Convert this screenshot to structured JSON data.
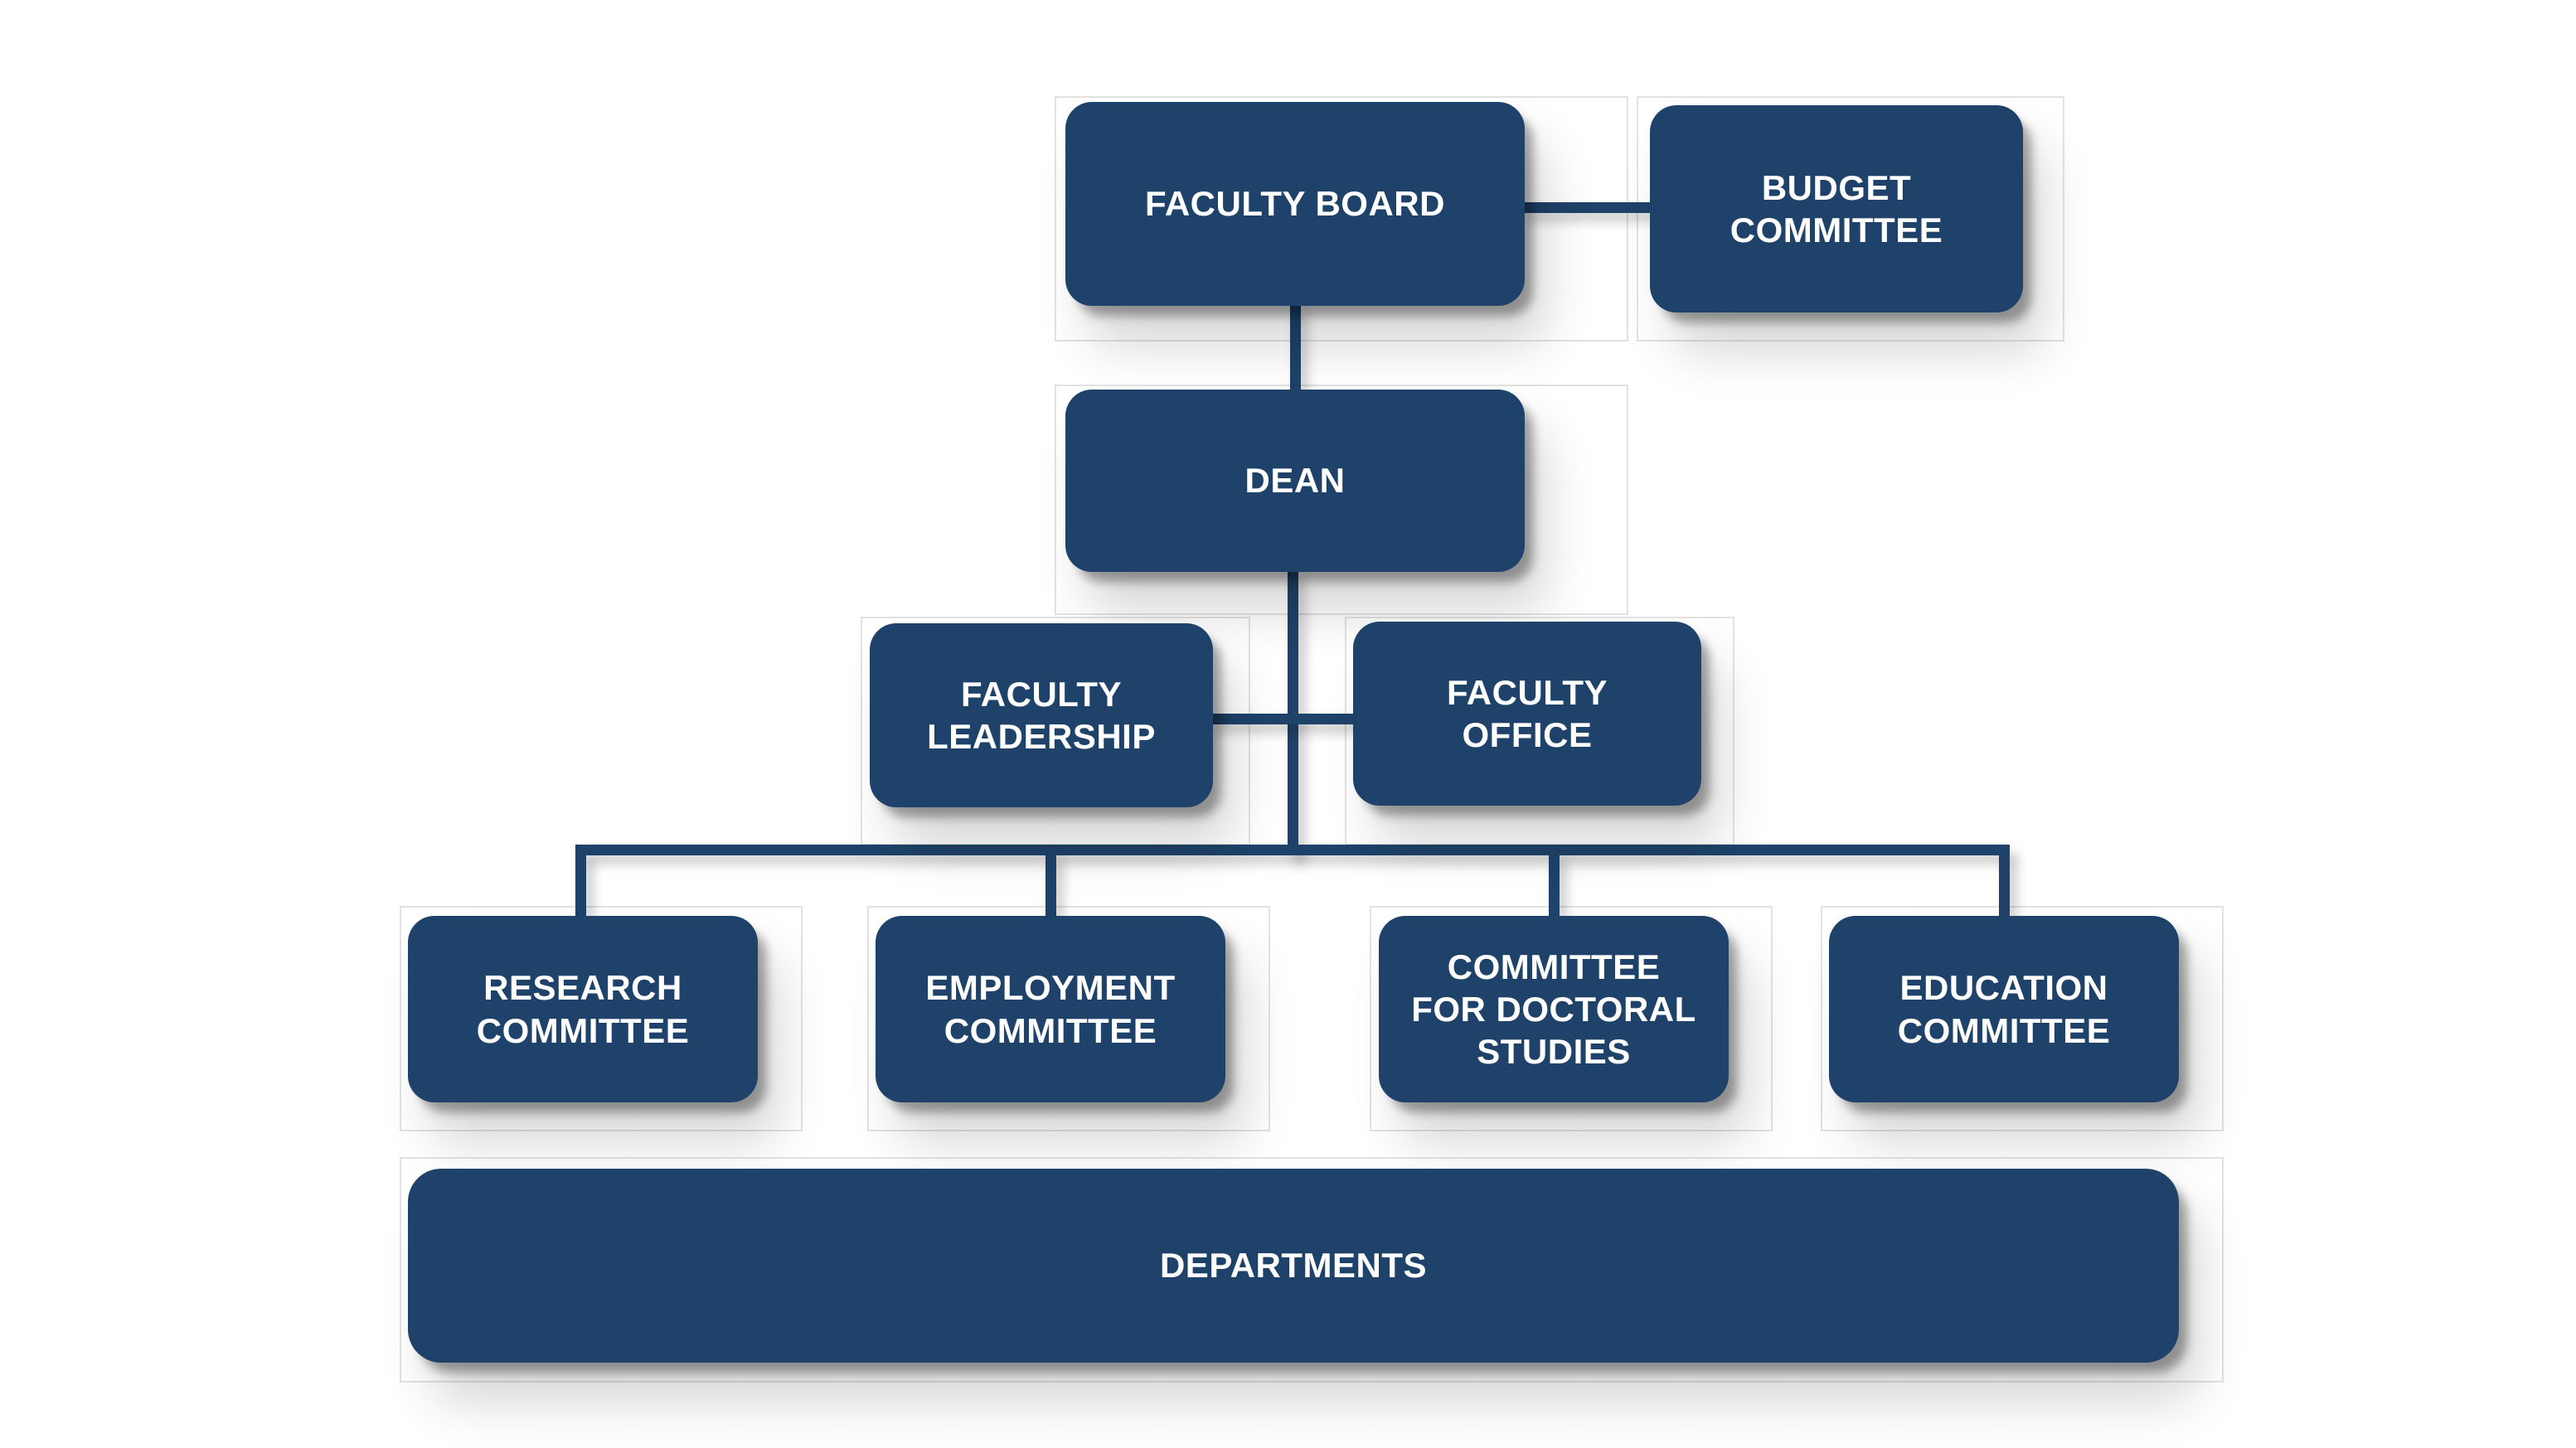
{
  "title": "Faculty organization chart",
  "colors": {
    "node_fill": "#1e4269",
    "node_text": "#ffffff",
    "connector": "#1e4269",
    "cell_border": "#e2e2e2",
    "background": "#ffffff"
  },
  "nodes": {
    "faculty_board": {
      "label": "FACULTY BOARD"
    },
    "budget_committee": {
      "label": "BUDGET COMMITTEE",
      "lines": [
        "BUDGET",
        "COMMITTEE"
      ]
    },
    "dean": {
      "label": "DEAN"
    },
    "faculty_leadership": {
      "label": "FACULTY LEADERSHIP",
      "lines": [
        "FACULTY",
        "LEADERSHIP"
      ]
    },
    "faculty_office": {
      "label": "FACULTY OFFICE",
      "lines": [
        "FACULTY",
        "OFFICE"
      ]
    },
    "research_committee": {
      "label": "RESEARCH COMMITTEE",
      "lines": [
        "RESEARCH",
        "COMMITTEE"
      ]
    },
    "employment_committee": {
      "label": "EMPLOYMENT COMMITTEE",
      "lines": [
        "EMPLOYMENT",
        "COMMITTEE"
      ]
    },
    "doctoral_committee": {
      "label": "COMMITTEE FOR DOCTORAL STUDIES",
      "lines": [
        "COMMITTEE",
        "FOR DOCTORAL",
        "STUDIES"
      ]
    },
    "education_committee": {
      "label": "EDUCATION COMMITTEE",
      "lines": [
        "EDUCATION",
        "COMMITTEE"
      ]
    },
    "departments": {
      "label": "DEPARTMENTS"
    }
  },
  "edges": [
    {
      "from": "faculty_board",
      "to": "budget_committee",
      "type": "side"
    },
    {
      "from": "faculty_board",
      "to": "dean",
      "type": "vertical"
    },
    {
      "from": "dean",
      "to": "faculty_leadership",
      "type": "side"
    },
    {
      "from": "dean",
      "to": "faculty_office",
      "type": "side"
    },
    {
      "from": "dean",
      "to": "research_committee",
      "type": "branch"
    },
    {
      "from": "dean",
      "to": "employment_committee",
      "type": "branch"
    },
    {
      "from": "dean",
      "to": "doctoral_committee",
      "type": "branch"
    },
    {
      "from": "dean",
      "to": "education_committee",
      "type": "branch"
    }
  ]
}
